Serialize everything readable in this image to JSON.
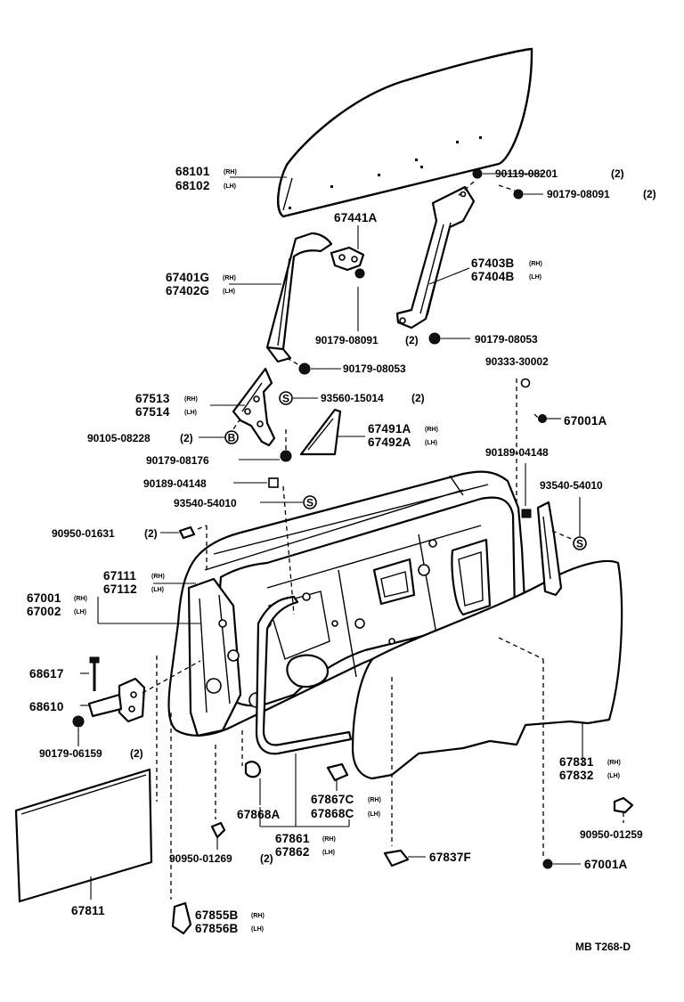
{
  "diagram": {
    "code": "MB T268-D",
    "labels": {
      "p68101": "68101",
      "p68102": "68102",
      "p90119_08201": "90119-08201",
      "p90119_08201_qty": "(2)",
      "p90179_08091a": "90179-08091",
      "p90179_08091a_qty": "(2)",
      "p67441A": "67441A",
      "p67401G": "67401G",
      "p67402G": "67402G",
      "p67403B": "67403B",
      "p67404B": "67404B",
      "p90179_08091b": "90179-08091",
      "p90179_08091b_qty": "(2)",
      "p90179_08053a": "90179-08053",
      "p90179_08053b": "90179-08053",
      "p90333_30002": "90333-30002",
      "p67513": "67513",
      "p67514": "67514",
      "p93560_15014": "93560-15014",
      "p93560_15014_qty": "(2)",
      "p67001A_top": "67001A",
      "p90105_08228": "90105-08228",
      "p90105_08228_qty": "(2)",
      "p67491A": "67491A",
      "p67492A": "67492A",
      "p90189_04148a": "90189-04148",
      "p90179_08176": "90179-08176",
      "p90189_04148b": "90189-04148",
      "p93540_54010a": "93540-54010",
      "p93540_54010b": "93540-54010",
      "p90950_01631": "90950-01631",
      "p90950_01631_qty": "(2)",
      "p67111": "67111",
      "p67112": "67112",
      "p67001": "67001",
      "p67002": "67002",
      "p68617": "68617",
      "p68610": "68610",
      "p90179_06159": "90179-06159",
      "p90179_06159_qty": "(2)",
      "p67831": "67831",
      "p67832": "67832",
      "p67868A": "67868A",
      "p67867C": "67867C",
      "p67868C": "67868C",
      "p90950_01259": "90950-01259",
      "p67861": "67861",
      "p67862": "67862",
      "p90950_01269": "90950-01269",
      "p90950_01269_qty": "(2)",
      "p67837F": "67837F",
      "p67001A_bottom": "67001A",
      "p67811": "67811",
      "p67855B": "67855B",
      "p67856B": "67856B"
    },
    "suffix": {
      "rh": "(RH)",
      "lh": "(LH)"
    },
    "marks": {
      "s": "S",
      "b": "B"
    }
  }
}
